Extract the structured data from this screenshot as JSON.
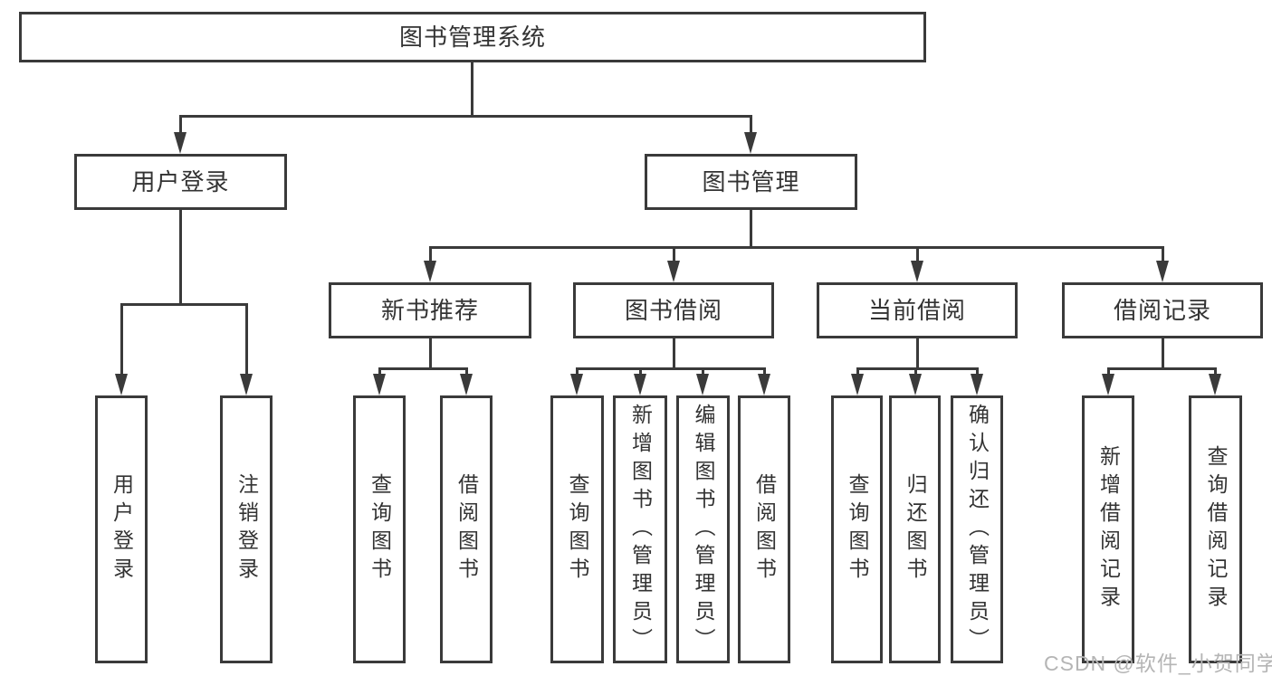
{
  "title": "图书管理系统",
  "watermark": "CSDN @软件_小贺同学",
  "colors": {
    "line": "#3a3a3a",
    "text": "#333333",
    "watermark": "#b5b5b5",
    "background": "#ffffff"
  },
  "chart_type": "org-tree-diagram",
  "tree": {
    "root": {
      "label": "图书管理系统",
      "children": [
        {
          "label": "用户登录",
          "children": [
            {
              "label": "用户登录"
            },
            {
              "label": "注销登录"
            }
          ]
        },
        {
          "label": "图书管理",
          "children": [
            {
              "label": "新书推荐",
              "children": [
                {
                  "label": "查询图书"
                },
                {
                  "label": "借阅图书"
                }
              ]
            },
            {
              "label": "图书借阅",
              "children": [
                {
                  "label": "查询图书"
                },
                {
                  "label": "新增图书（管理员）"
                },
                {
                  "label": "编辑图书（管理员）"
                },
                {
                  "label": "借阅图书"
                }
              ]
            },
            {
              "label": "当前借阅",
              "children": [
                {
                  "label": "查询图书"
                },
                {
                  "label": "归还图书"
                },
                {
                  "label": "确认归还（管理员）"
                }
              ]
            },
            {
              "label": "借阅记录",
              "children": [
                {
                  "label": "新增借阅记录"
                },
                {
                  "label": "查询借阅记录"
                }
              ]
            }
          ]
        }
      ]
    }
  }
}
